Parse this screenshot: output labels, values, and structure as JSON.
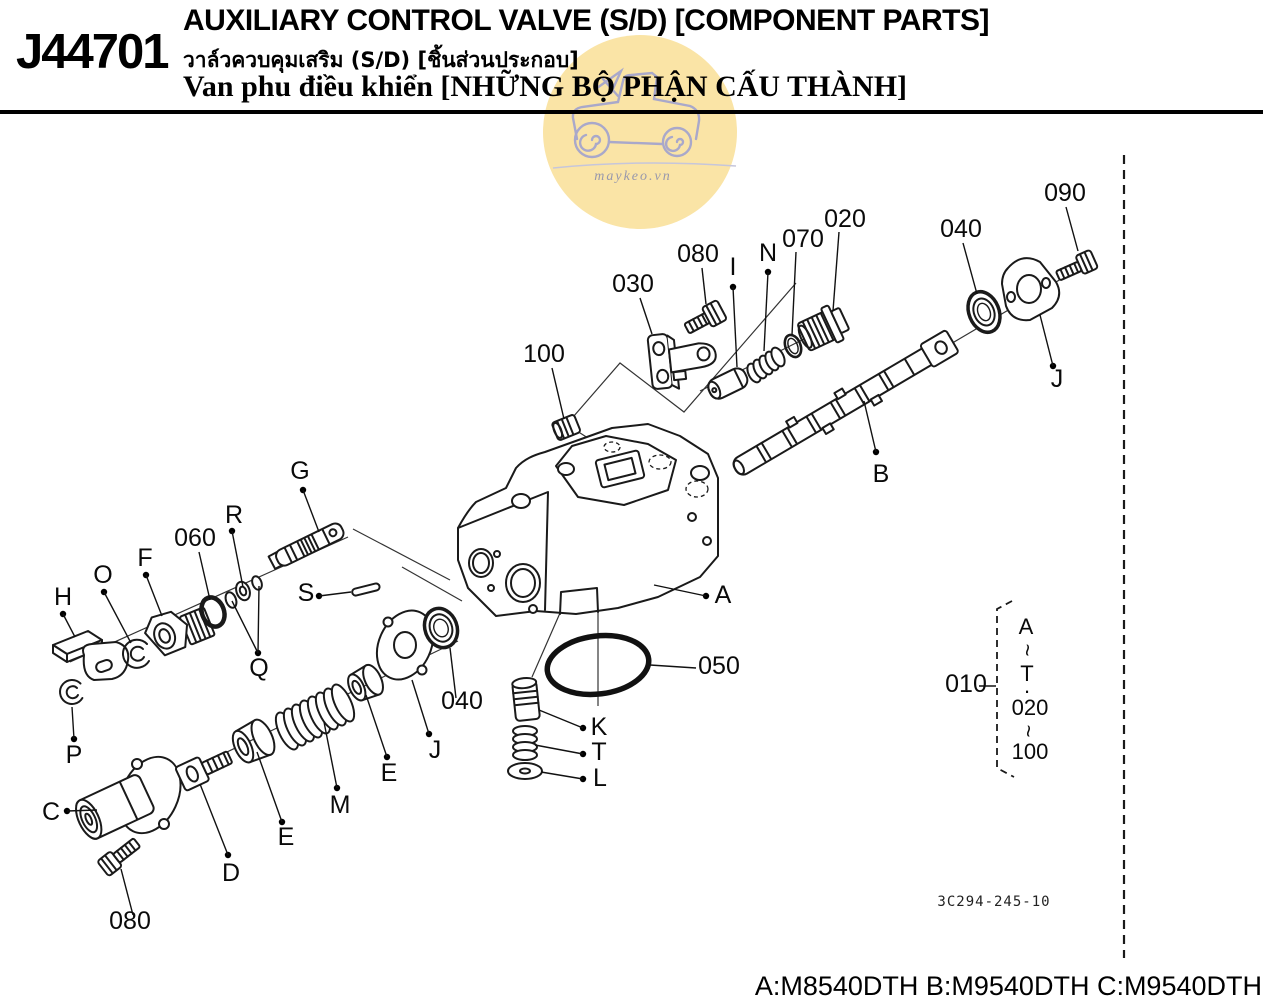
{
  "header": {
    "code": "J44701",
    "title_en": "AUXILIARY CONTROL VALVE (S/D) [COMPONENT PARTS]",
    "title_th": "วาล์วควบคุมเสริม (S/D) [ชิ้นส่วนประกอบ]",
    "title_vi": "Van phu điều khiển [NHỮNG BỘ PHẬN CẤU THÀNH]"
  },
  "watermark": {
    "text": "maykeo.vn"
  },
  "diagram": {
    "drawing_number": "3C294-245-10",
    "models_note": "A:M8540DTH B:M9540DTH C:M9540DTH",
    "ref_group": {
      "column": [
        "A",
        "~",
        "T",
        "·",
        "020",
        "~",
        "100"
      ]
    },
    "callouts": [
      {
        "label": "100"
      },
      {
        "label": "030"
      },
      {
        "label": "080"
      },
      {
        "label": "I"
      },
      {
        "label": "N"
      },
      {
        "label": "070"
      },
      {
        "label": "020"
      },
      {
        "label": "040"
      },
      {
        "label": "090"
      },
      {
        "label": "J"
      },
      {
        "label": "B"
      },
      {
        "label": "A"
      },
      {
        "label": "G"
      },
      {
        "label": "R"
      },
      {
        "label": "060"
      },
      {
        "label": "F"
      },
      {
        "label": "O"
      },
      {
        "label": "H"
      },
      {
        "label": "S"
      },
      {
        "label": "Q"
      },
      {
        "label": "P"
      },
      {
        "label": "C"
      },
      {
        "label": "080"
      },
      {
        "label": "D"
      },
      {
        "label": "E"
      },
      {
        "label": "M"
      },
      {
        "label": "E"
      },
      {
        "label": "J"
      },
      {
        "label": "040"
      },
      {
        "label": "K"
      },
      {
        "label": "T"
      },
      {
        "label": "L"
      },
      {
        "label": "050"
      },
      {
        "label": "010"
      }
    ]
  },
  "colors": {
    "line": "#1a1a1a",
    "watermark_circle": "#fae4a6",
    "watermark_doodle": "#9b9ed1"
  }
}
